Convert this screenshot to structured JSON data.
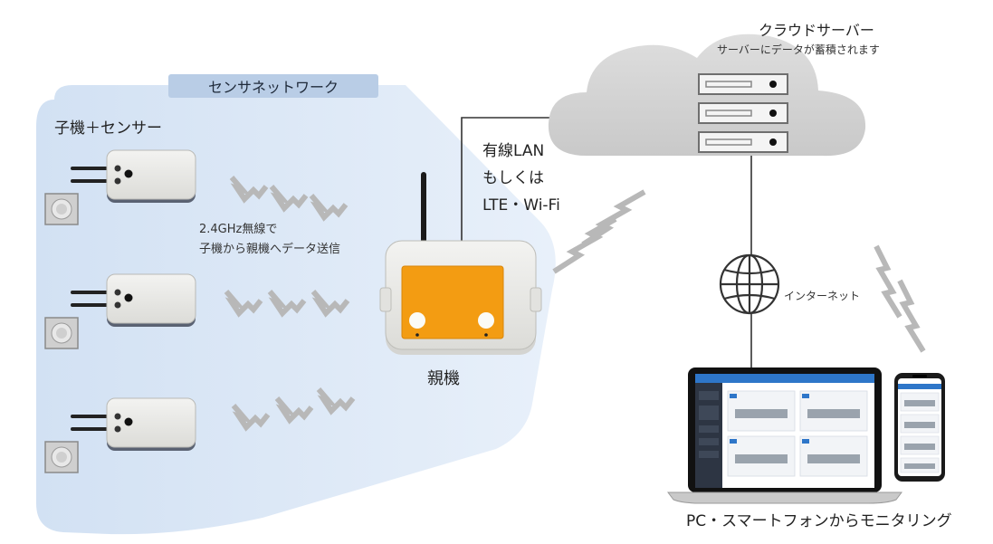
{
  "labels": {
    "sensor_network": "センサネットワーク",
    "sensor_units": "子機＋センサー",
    "wireless_line1": "2.4GHz無線で",
    "wireless_line2": "子機から親機へデータ送信",
    "gateway": "親機",
    "connection_line1": "有線LAN",
    "connection_line2": "もしくは",
    "connection_line3": "LTE・Wi-Fi",
    "cloud_server": "クラウドサーバー",
    "cloud_note": "サーバーにデータが蓄積されます",
    "internet": "インターネット",
    "monitoring": "PC・スマートフォンからモニタリング"
  },
  "colors": {
    "sensor_zone": "#dbe7f5",
    "pill": "#b9cde6",
    "gateway_panel": "#f39c12",
    "cloud": "#d6d6d6",
    "lightning": "#b5b5b5",
    "line": "#333333",
    "screen_accent": "#2e76c9"
  },
  "icons": {
    "sensor": "sensor-device-icon",
    "probe": "sensor-probe-icon",
    "wireless": "wireless-signal-icon",
    "gateway": "gateway-device-icon",
    "antenna": "antenna-icon",
    "cloud": "cloud-icon",
    "server": "server-rack-icon",
    "globe": "globe-icon",
    "laptop": "laptop-icon",
    "smartphone": "smartphone-icon"
  }
}
